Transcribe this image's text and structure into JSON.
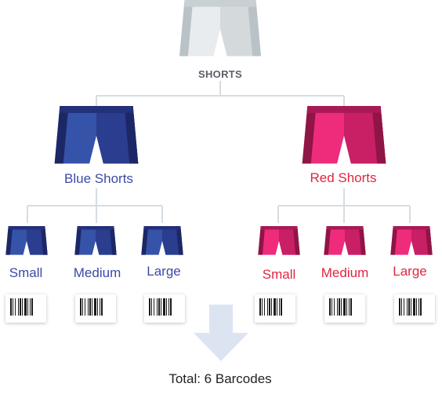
{
  "root": {
    "label": "SHORTS",
    "colors": {
      "left": "#e9ecee",
      "right": "#d4d9dc",
      "side": "#b9c2c7",
      "waist": "#c9d0d4"
    }
  },
  "groups": [
    {
      "label": "Blue Shorts",
      "color": "#3b4aa8",
      "shorts_colors": {
        "left": "#3553a8",
        "right": "#2b3d8f",
        "side": "#1c2766",
        "waist": "#23307a"
      },
      "sizes": [
        {
          "label": "Small"
        },
        {
          "label": "Medium"
        },
        {
          "label": "Large"
        }
      ]
    },
    {
      "label": "Red Shorts",
      "color": "#e0263f",
      "shorts_colors": {
        "left": "#ef2b7c",
        "right": "#c81f65",
        "side": "#8e1545",
        "waist": "#a81a55"
      },
      "sizes": [
        {
          "label": "Small"
        },
        {
          "label": "Medium"
        },
        {
          "label": "Large"
        }
      ]
    }
  ],
  "summary": {
    "total": "Total: 6 Barcodes"
  },
  "style": {
    "connector_color": "#d6dde2",
    "arrow_color": "#dde4f1"
  }
}
